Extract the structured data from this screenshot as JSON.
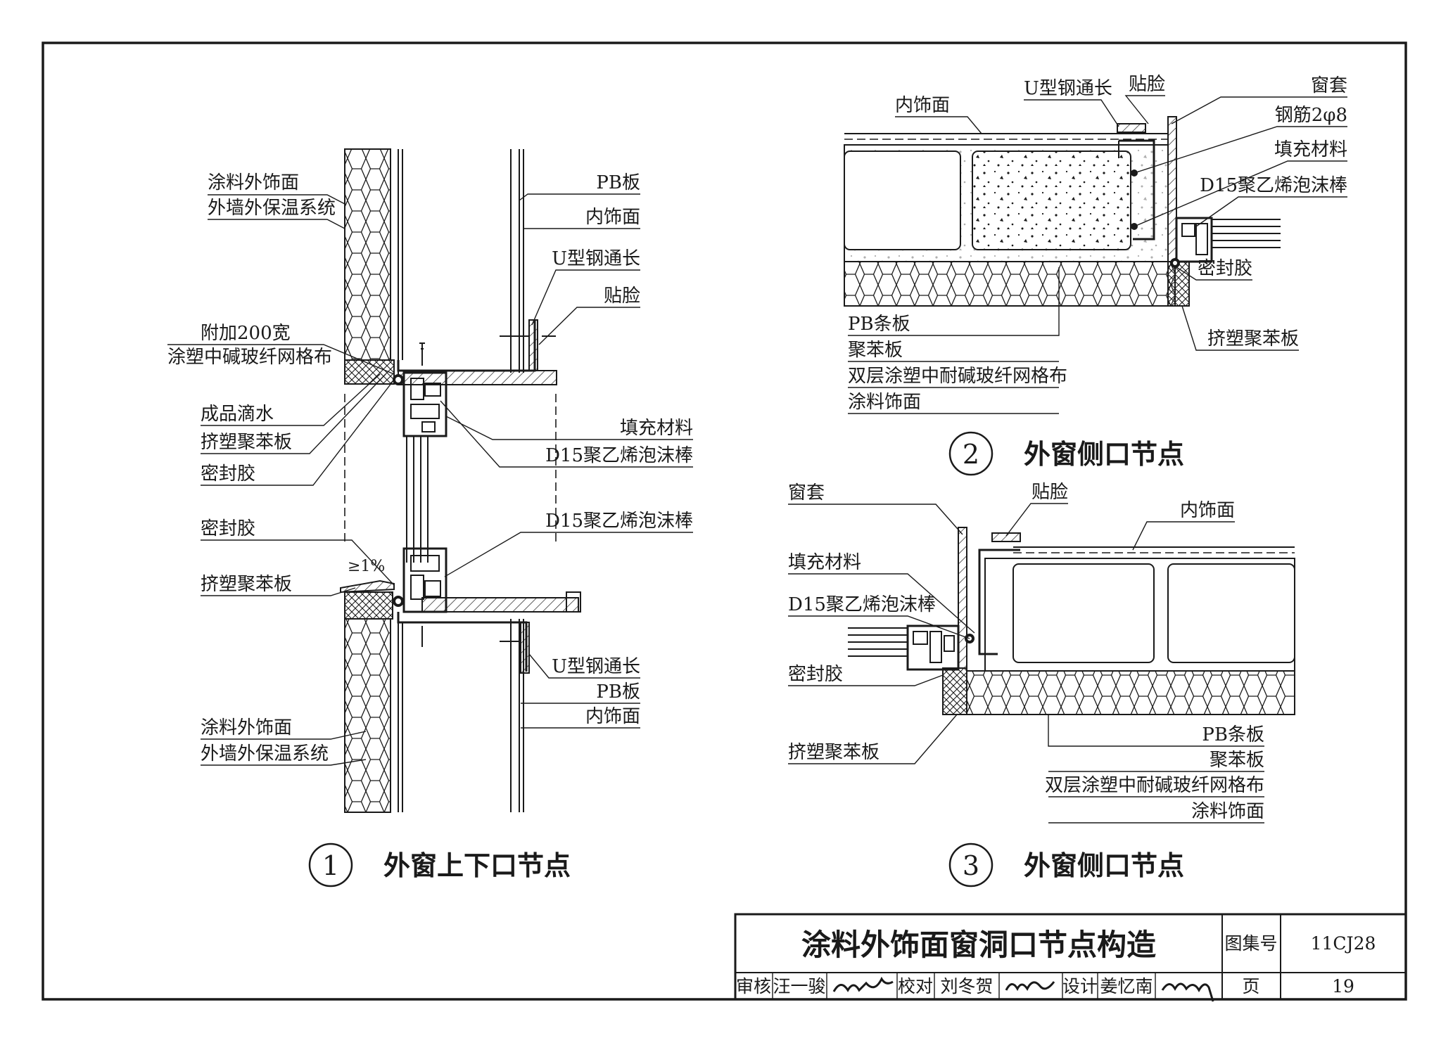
{
  "detail1": {
    "caption_num": "1",
    "caption": "外窗上下口节点",
    "labels": {
      "coating": "涂料外饰面",
      "ext_insulation": "外墙外保温系统",
      "mesh_200": "附加200宽",
      "mesh_200b": "涂塑中碱玻纤网格布",
      "drip": "成品滴水",
      "xps": "挤塑聚苯板",
      "sealant": "密封胶",
      "pb": "PB板",
      "inner": "内饰面",
      "u_steel": "U型钢通长",
      "trim": "贴脸",
      "filler": "填充材料",
      "foam_rod": "D15聚乙烯泡沫棒",
      "foam_rod2": "D15聚乙烯泡沫棒",
      "sealant2": "密封胶",
      "slope": "≥1%",
      "xps2": "挤塑聚苯板",
      "u_steel2": "U型钢通长",
      "pb2": "PB板",
      "inner2": "内饰面",
      "coating2": "涂料外饰面",
      "ext_insulation2": "外墙外保温系统"
    }
  },
  "detail2": {
    "caption_num": "2",
    "caption": "外窗侧口节点",
    "labels": {
      "inner": "内饰面",
      "u_steel": "U型钢通长",
      "trim": "贴脸",
      "casing": "窗套",
      "rebar": "钢筋2φ8",
      "filler": "填充材料",
      "foam_rod": "D15聚乙烯泡沫棒",
      "sealant": "密封胶",
      "xps": "挤塑聚苯板",
      "pb_strip": "PB条板",
      "eps": "聚苯板",
      "mesh": "双层涂塑中耐碱玻纤网格布",
      "coating": "涂料饰面"
    }
  },
  "detail3": {
    "caption_num": "3",
    "caption": "外窗侧口节点",
    "labels": {
      "casing": "窗套",
      "trim": "贴脸",
      "inner": "内饰面",
      "filler": "填充材料",
      "foam_rod": "D15聚乙烯泡沫棒",
      "sealant": "密封胶",
      "xps": "挤塑聚苯板",
      "pb_strip": "PB条板",
      "eps": "聚苯板",
      "mesh": "双层涂塑中耐碱玻纤网格布",
      "coating": "涂料饰面"
    }
  },
  "title_block": {
    "title": "涂料外饰面窗洞口节点构造",
    "atlas_label": "图集号",
    "atlas_no": "11CJ28",
    "review_label": "审核",
    "reviewer": "汪一骏",
    "check_label": "校对",
    "checker": "刘冬贺",
    "design_label": "设计",
    "designer": "姜忆南",
    "page_label": "页",
    "page_no": "19"
  }
}
